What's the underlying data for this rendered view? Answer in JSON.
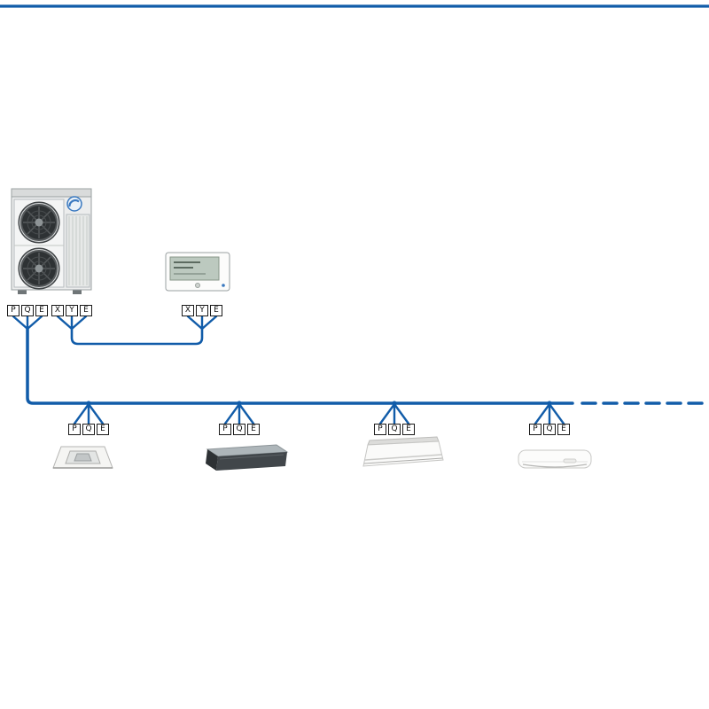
{
  "colors": {
    "wire": "#115ca9",
    "logo_blue": "#3a79c0"
  },
  "terminals": [
    {
      "id": "outdoor-power",
      "letters": [
        "P",
        "Q",
        "E"
      ]
    },
    {
      "id": "outdoor-comm",
      "letters": [
        "X",
        "Y",
        "E"
      ]
    },
    {
      "id": "controller-comm",
      "letters": [
        "X",
        "Y",
        "E"
      ]
    },
    {
      "id": "indoor-unit-1",
      "letters": [
        "P",
        "Q",
        "E"
      ]
    },
    {
      "id": "indoor-unit-2",
      "letters": [
        "P",
        "Q",
        "E"
      ]
    },
    {
      "id": "indoor-unit-3",
      "letters": [
        "P",
        "Q",
        "E"
      ]
    },
    {
      "id": "indoor-unit-4",
      "letters": [
        "P",
        "Q",
        "E"
      ]
    }
  ],
  "devices": {
    "outdoor_unit": "outdoor-unit",
    "controller": "wired-remote-controller",
    "indoor_units": [
      "ceiling-cassette-unit",
      "duct-type-unit",
      "console-floor-unit",
      "wall-mounted-unit"
    ]
  }
}
